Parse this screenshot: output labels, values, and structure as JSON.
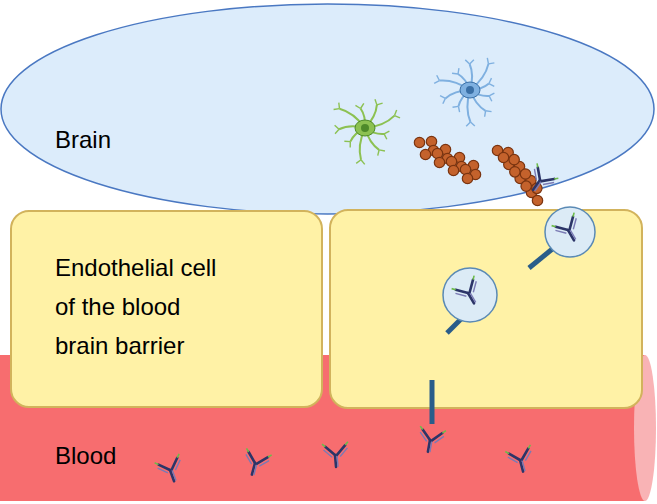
{
  "diagram": {
    "nodes": [
      {
        "text": [
          "Brain"
        ]
      },
      {
        "text": [
          "Endothelial cell of the blood brain barrier"
        ]
      },
      {
        "text": [
          "Blood"
        ]
      }
    ]
  }
}
